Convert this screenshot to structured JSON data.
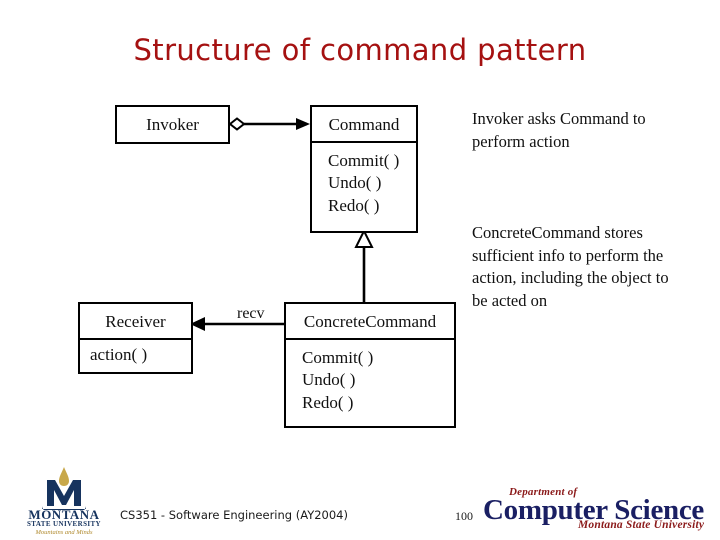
{
  "slide": {
    "title": "Structure of command pattern",
    "page_number": "100",
    "footer_text": "CS351 - Software Engineering (AY2004)"
  },
  "diagram": {
    "classes": {
      "invoker": {
        "name": "Invoker",
        "operations": []
      },
      "command": {
        "name": "Command",
        "operations": [
          "Commit( )",
          "Undo( )",
          "Redo( )"
        ]
      },
      "receiver": {
        "name": "Receiver",
        "operations": [
          "action( )"
        ]
      },
      "concrete_command": {
        "name": "ConcreteCommand",
        "operations": [
          "Commit( )",
          "Undo( )",
          "Redo( )"
        ]
      }
    },
    "relations": {
      "invoker_command": {
        "label": "",
        "kind": "aggregation-arrow"
      },
      "concrete_to_command": {
        "label": "",
        "kind": "generalization"
      },
      "concrete_to_receiver": {
        "label": "recv",
        "kind": "association-arrow"
      }
    }
  },
  "notes": [
    {
      "id": "note-invoker",
      "text": "Invoker asks Command to perform action"
    },
    {
      "id": "note-concrete",
      "text": "ConcreteCommand stores sufficient info to perform the action, including the object to be acted on"
    }
  ],
  "logos": {
    "msu": {
      "name": "MONTANA",
      "subtitle": "STATE UNIVERSITY",
      "tagline": "Mountains and Minds",
      "letter": "M",
      "blue": "#16335e",
      "gold": "#c8a84b"
    },
    "cs": {
      "department": "Department of",
      "name": "Computer Science",
      "university": "Montana State University",
      "blue": "#1a1f63",
      "red": "#8b1a1a"
    }
  },
  "colors": {
    "title_red": "#A51111",
    "line_black": "#000000",
    "background": "#ffffff"
  }
}
